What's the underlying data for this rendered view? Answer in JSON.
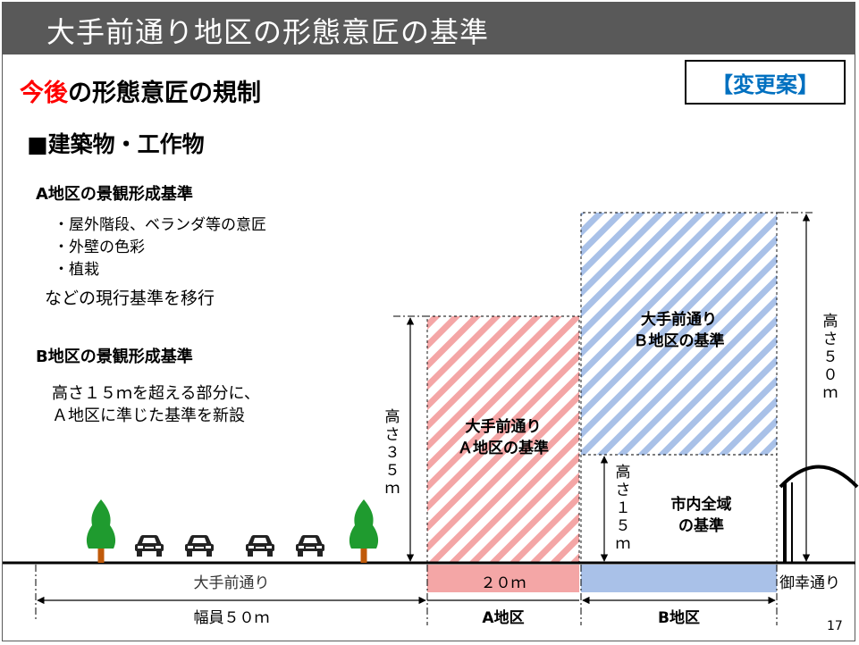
{
  "header": {
    "title": "大手前通り地区の形態意匠の基準"
  },
  "subtitle": {
    "accent": "今後",
    "rest": "の形態意匠の規制"
  },
  "badge": "【変更案】",
  "section": "■建築物・工作物",
  "a_district": {
    "heading": "A地区の景観形成基準",
    "items": [
      "・屋外階段、ベランダ等の意匠",
      "・外壁の色彩",
      "・植栽"
    ],
    "carry": "などの現行基準を移行"
  },
  "b_district": {
    "heading": "B地区の景観形成基準",
    "lines": [
      "高さ１５ｍを超える部分に、",
      "Ａ地区に準じた基準を新設"
    ]
  },
  "diagram": {
    "zone_a_label": [
      "大手前通り",
      "Ａ地区の基準"
    ],
    "zone_b_label": [
      "大手前通り",
      "Ｂ地区の基準"
    ],
    "zone_city_label": [
      "市内全域",
      "の基準"
    ],
    "height_35": [
      "高",
      "さ",
      "３",
      "５",
      "ｍ"
    ],
    "height_15": [
      "高",
      "さ",
      "１",
      "５",
      "ｍ"
    ],
    "height_50": [
      "高",
      "さ",
      "５",
      "０",
      "ｍ"
    ],
    "road_label": "大手前通り",
    "road_width": "幅員５０ｍ",
    "a_width": "２０ｍ",
    "a_name": "A地区",
    "b_name": "B地区",
    "miyuki": "御幸通り",
    "colors": {
      "zone_a": "#f4a6a6",
      "zone_b": "#a9c1e8",
      "header": "#595959",
      "tree": "#1f9b2f",
      "trunk": "#c05a0a"
    }
  },
  "page_number": "17"
}
